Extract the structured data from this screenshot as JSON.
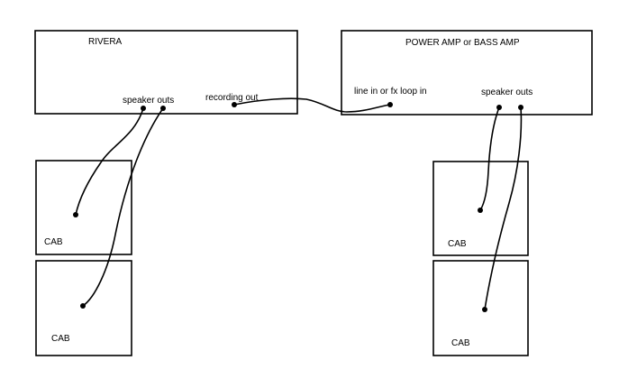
{
  "rivera": {
    "title": "RIVERA",
    "speaker_outs": "speaker outs",
    "recording_out": "recording out"
  },
  "power_amp": {
    "title": "POWER AMP or BASS AMP",
    "line_in": "line in or fx loop in",
    "speaker_outs": "speaker outs"
  },
  "left_cabs": [
    {
      "label": "CAB"
    },
    {
      "label": "CAB"
    }
  ],
  "right_cabs": [
    {
      "label": "CAB"
    },
    {
      "label": "CAB"
    }
  ]
}
